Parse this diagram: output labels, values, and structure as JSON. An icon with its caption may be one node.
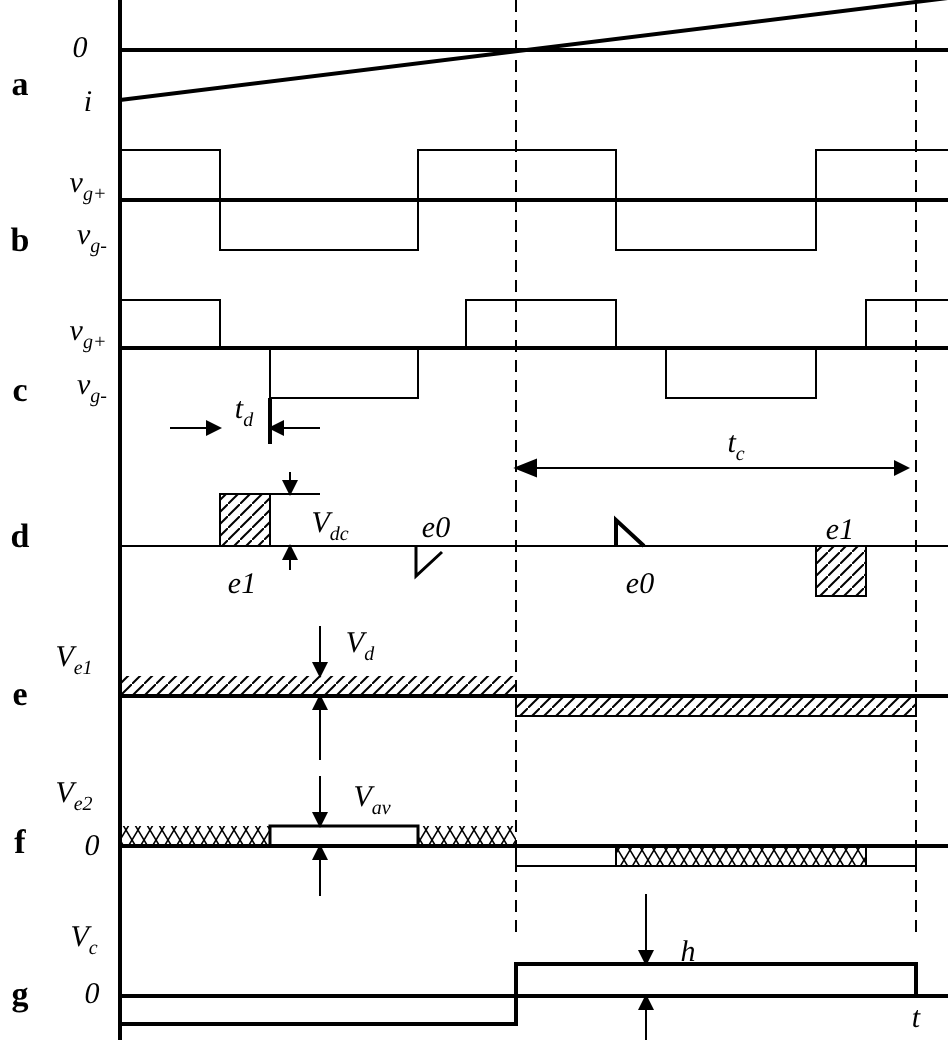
{
  "diagram": {
    "labels": [
      "0",
      "a",
      "i",
      "v$_{g+}$",
      "b",
      "v$_{g-}$",
      "v$_{g+}$",
      "c",
      "v$_{g-}$",
      "t$_{d}$",
      "t$_{c}$",
      "d",
      "V$_{dc}$",
      "e0",
      "e1",
      "e0",
      "e1",
      "V$_{e1}$",
      "V$_{d}$",
      "e",
      "V$_{e2}$",
      "V$_{av}$",
      "f",
      "0",
      "V$_{c}$",
      "h",
      "g",
      "0",
      "t"
    ]
  }
}
